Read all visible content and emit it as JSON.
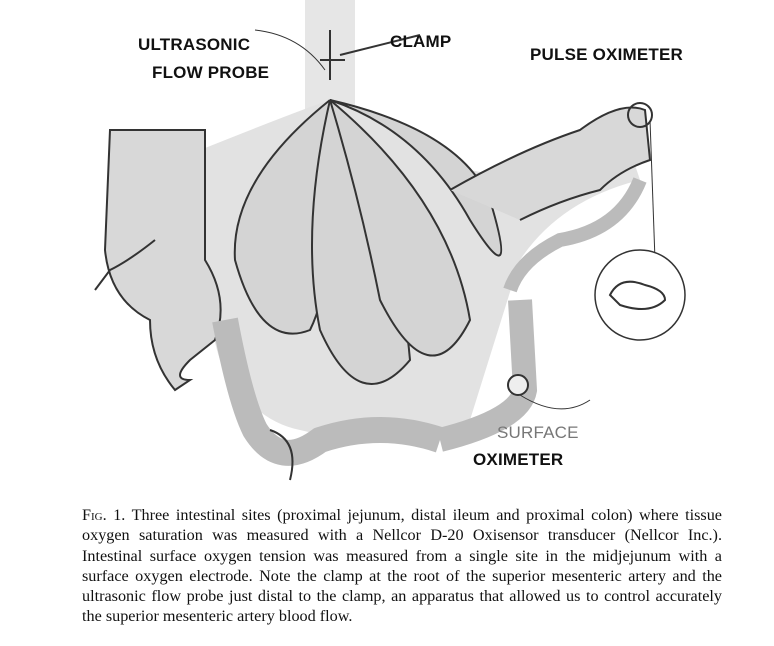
{
  "labels": {
    "ultrasonic": "ULTRASONIC",
    "flow_probe": "FLOW PROBE",
    "clamp": "CLAMP",
    "pulse_oximeter": "PULSE OXIMETER",
    "surface": "SURFACE",
    "oximeter": "OXIMETER"
  },
  "caption": {
    "figure_number": "Fig. 1.",
    "text": "Three intestinal sites (proximal jejunum, distal ileum and proximal colon) where tissue oxygen saturation was measured with a Nellcor D-20 Oxisensor transducer (Nellcor Inc.). Intestinal surface oxygen tension was measured from a single site in the midjejunum with a surface oxygen electrode. Note the clamp at the root of the superior mesenteric artery and the ultrasonic flow probe just distal to the clamp, an apparatus that allowed us to control accurately the superior mesenteric artery blood flow."
  }
}
